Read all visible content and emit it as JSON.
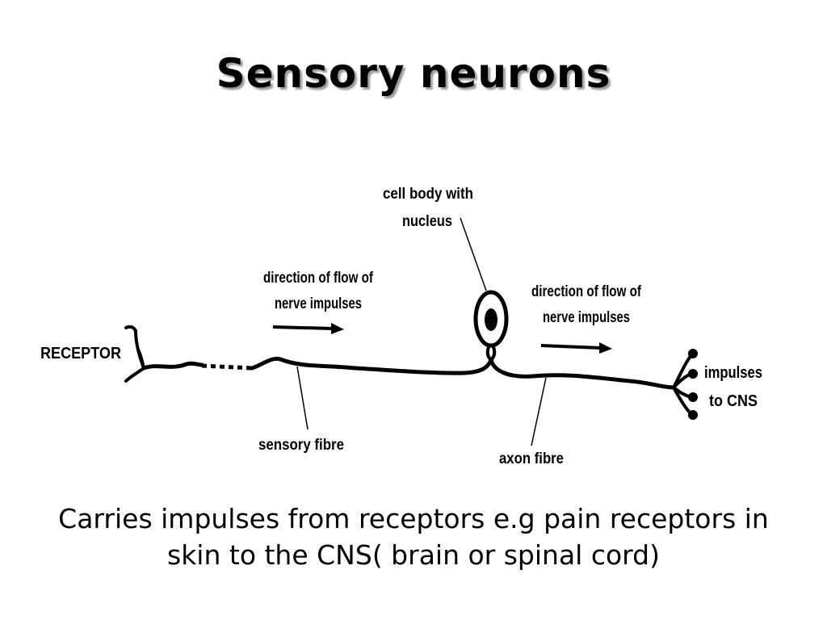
{
  "slide": {
    "title": "Sensory neurons",
    "caption": "Carries impulses from receptors e.g pain receptors in skin to the CNS( brain or spinal cord)"
  },
  "diagram": {
    "labels": {
      "receptor": "RECEPTOR",
      "cell_body_line1": "cell body with",
      "cell_body_line2": "nucleus",
      "flow_left_line1": "direction of flow of",
      "flow_left_line2": "nerve impulses",
      "flow_right_line1": "direction of flow of",
      "flow_right_line2": "nerve impulses",
      "sensory_fibre": "sensory fibre",
      "axon_fibre": "axon fibre",
      "impulses_line1": "impulses",
      "impulses_line2": "to CNS"
    },
    "line_color": "#000000"
  }
}
